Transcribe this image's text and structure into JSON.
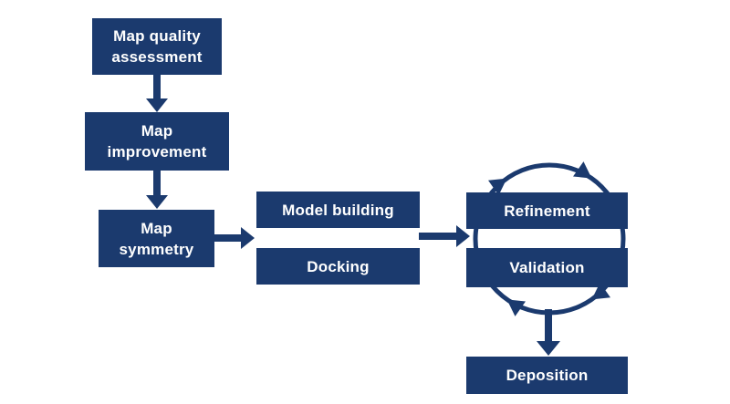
{
  "colors": {
    "accent": "#1b3a6e",
    "background": "#ffffff",
    "node_text": "#ffffff"
  },
  "nodes": {
    "map_quality_assessment": {
      "line1": "Map quality",
      "line2": "assessment"
    },
    "map_improvement": {
      "line1": "Map",
      "line2": "improvement"
    },
    "map_symmetry": {
      "line1": "Map",
      "line2": "symmetry"
    },
    "model_building": {
      "label": "Model building"
    },
    "docking": {
      "label": "Docking"
    },
    "refinement": {
      "label": "Refinement"
    },
    "validation": {
      "label": "Validation"
    },
    "deposition": {
      "label": "Deposition"
    }
  },
  "flow": [
    {
      "from": "Map quality assessment",
      "to": "Map improvement",
      "connector": "down-arrow"
    },
    {
      "from": "Map improvement",
      "to": "Map symmetry",
      "connector": "down-arrow"
    },
    {
      "from": "Map symmetry",
      "to": "Model building / Docking",
      "connector": "right-arrow"
    },
    {
      "from": "Model building / Docking",
      "to": "Refinement / Validation",
      "connector": "right-arrow"
    },
    {
      "from": "Refinement",
      "to": "Validation",
      "connector": "clockwise-cycle-arrows"
    },
    {
      "from": "Refinement / Validation cycle",
      "to": "Deposition",
      "connector": "down-arrow"
    }
  ]
}
